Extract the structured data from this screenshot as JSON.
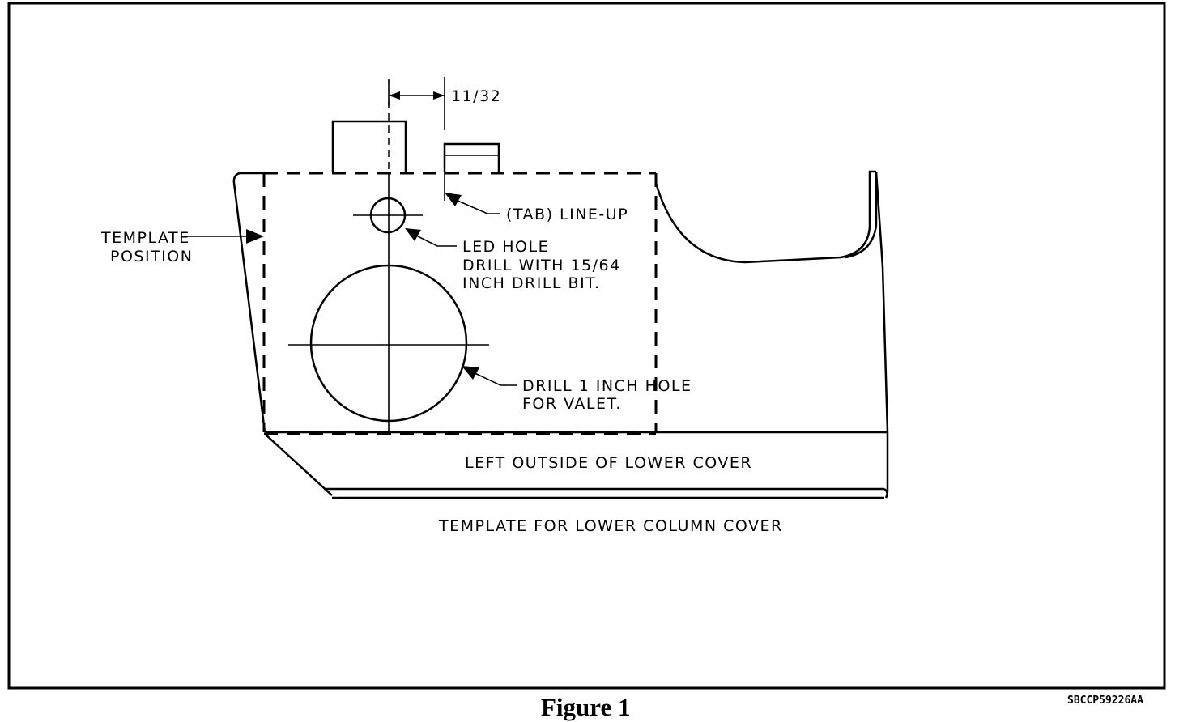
{
  "figure": {
    "caption": "Figure 1",
    "doc_id": "SBCCP59226AA"
  },
  "diagram": {
    "dimension_label": "11/32",
    "tab_label": "(TAB) LINE-UP",
    "template_position_label": [
      "TEMPLATE",
      "POSITION"
    ],
    "led_hole_label": [
      "LED HOLE",
      "DRILL WITH 15/64",
      "INCH DRILL BIT."
    ],
    "valet_hole_label": [
      "DRILL 1 INCH HOLE",
      "FOR VALET."
    ],
    "cover_label": "LEFT OUTSIDE OF LOWER COVER",
    "template_caption": "TEMPLATE FOR LOWER COLUMN COVER"
  }
}
